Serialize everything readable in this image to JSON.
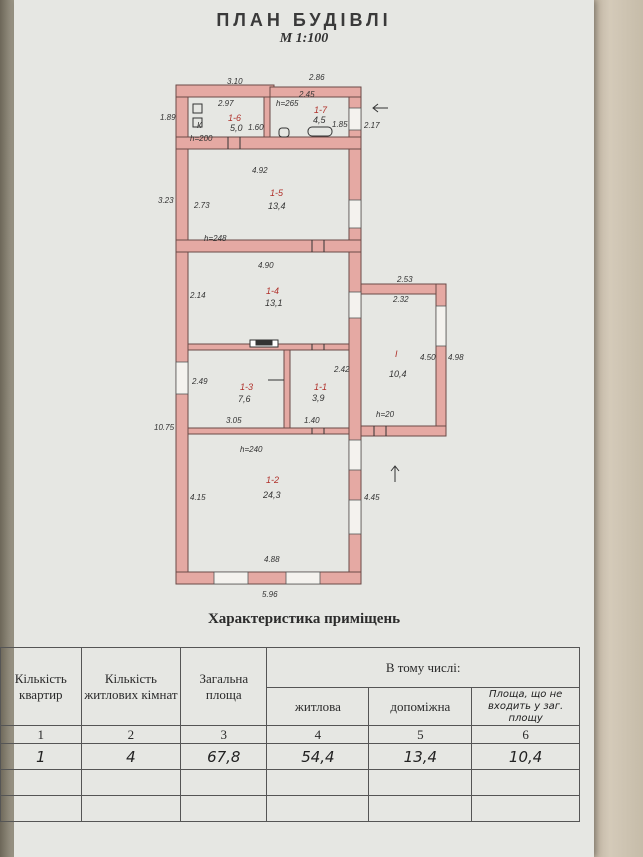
{
  "header": {
    "title": "ПЛАН БУДІВЛІ",
    "scale": "М 1:100"
  },
  "plan": {
    "rooms": [
      {
        "id": "1-6",
        "area": "5,0"
      },
      {
        "id": "1-7",
        "area": "4,5"
      },
      {
        "id": "1-5",
        "area": "13,4"
      },
      {
        "id": "1-4",
        "area": "13,1"
      },
      {
        "id": "1-3",
        "area": "7,6"
      },
      {
        "id": "1-1",
        "area": "3,9"
      },
      {
        "id": "I",
        "area": "10,4"
      },
      {
        "id": "1-2",
        "area": "24,3"
      }
    ],
    "dims": {
      "d310": "3.10",
      "d286": "2.86",
      "d297": "2.97",
      "d245": "2.45",
      "d189": "1.89",
      "d160": "1.60",
      "d185": "1.85",
      "d217": "2.17",
      "d492": "4.92",
      "d323": "3.23",
      "d273": "2.73",
      "d490": "4.90",
      "d214": "2.14",
      "d253": "2.53",
      "d232": "2.32",
      "d450": "4.50",
      "d498": "4.98",
      "d249": "2.49",
      "d242": "2.42",
      "d305": "3.05",
      "d140": "1.40",
      "d1075": "10.75",
      "d415": "4.15",
      "d445": "4.45",
      "d488": "4.88",
      "d596": "5.96"
    },
    "heights": {
      "h265": "h=265",
      "h200": "h=200",
      "h248": "h=248",
      "h240": "h=240",
      "h20": "h=20"
    },
    "marks": {
      "k": "К"
    }
  },
  "characteristics": {
    "title": "Характеристика приміщень",
    "headers": {
      "apartments": "Кількість квартир",
      "living_rooms": "Кількість житлових кімнат",
      "total_area": "Загальна площа",
      "including": "В тому числі:",
      "living": "житлова",
      "auxiliary": "допоміжна",
      "outside": "Площа, що не входить у заг. площу"
    },
    "numbers": [
      "1",
      "2",
      "3",
      "4",
      "5",
      "6"
    ],
    "values": [
      "1",
      "4",
      "67,8",
      "54,4",
      "13,4",
      "10,4"
    ]
  }
}
